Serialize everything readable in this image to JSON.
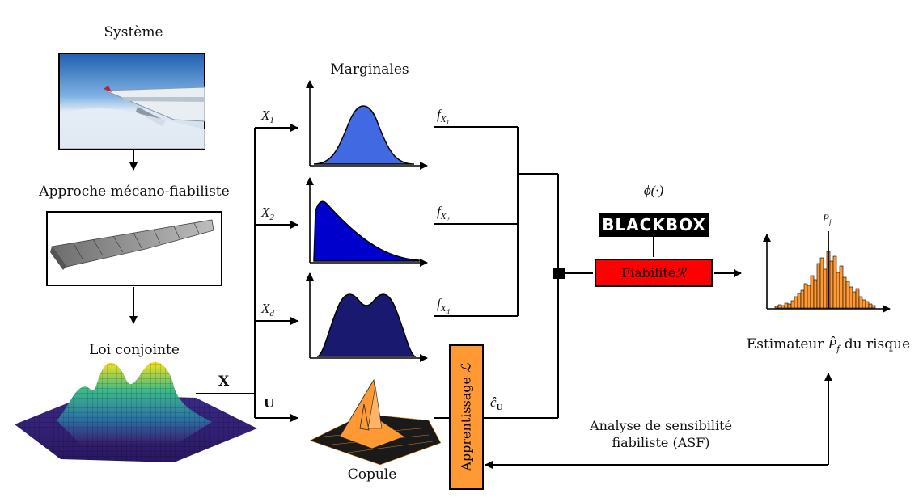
{
  "labels": {
    "systeme": "Système",
    "approche": "Approche mécano-fiabiliste",
    "loi_conjointe": "Loi conjointe",
    "marginales": "Marginales",
    "copule": "Copule",
    "phi": "ϕ(·)",
    "blackbox": "BLACKBOX",
    "fiabilite": "Fiabilité ",
    "fiabilite_symbol": "ℛ",
    "apprentissage": "Apprentissage ",
    "apprentissage_symbol": "ℒ",
    "pf": "P",
    "pf_sub": "f",
    "estimateur_prefix": "Estimateur ",
    "estimateur_symbol": "P̂",
    "estimateur_sub": "f",
    "estimateur_suffix": " du risque",
    "analyse_line1": "Analyse de sensibilité",
    "analyse_line2": "fiabiliste (ASF)",
    "x_vector": "X",
    "u_vector": "U",
    "c_hat": "ĉ",
    "c_hat_sub": "U"
  },
  "inputs": [
    {
      "name": "X",
      "sub": "1"
    },
    {
      "name": "X",
      "sub": "2"
    },
    {
      "name": "X",
      "sub": "d"
    }
  ],
  "outputs": [
    {
      "name": "f",
      "sub": "X",
      "subsub": "1"
    },
    {
      "name": "f",
      "sub": "X",
      "subsub": "2"
    },
    {
      "name": "f",
      "sub": "X",
      "subsub": "d"
    }
  ],
  "colors": {
    "marginal_1": "#4169e1",
    "marginal_2": "#0000cd",
    "marginal_d": "#191970",
    "fiabilite_box": "#ff0000",
    "apprentissage_box": "#ff9933",
    "histogram": "#ff9933",
    "blackbox_bg": "#000000"
  },
  "icons": {
    "airplane_photo": "airplane-wing-photo",
    "wing_model": "wing-structure-model",
    "joint_surface": "joint-density-surface",
    "copula_surface": "copula-density-surface",
    "histogram": "risk-histogram"
  }
}
